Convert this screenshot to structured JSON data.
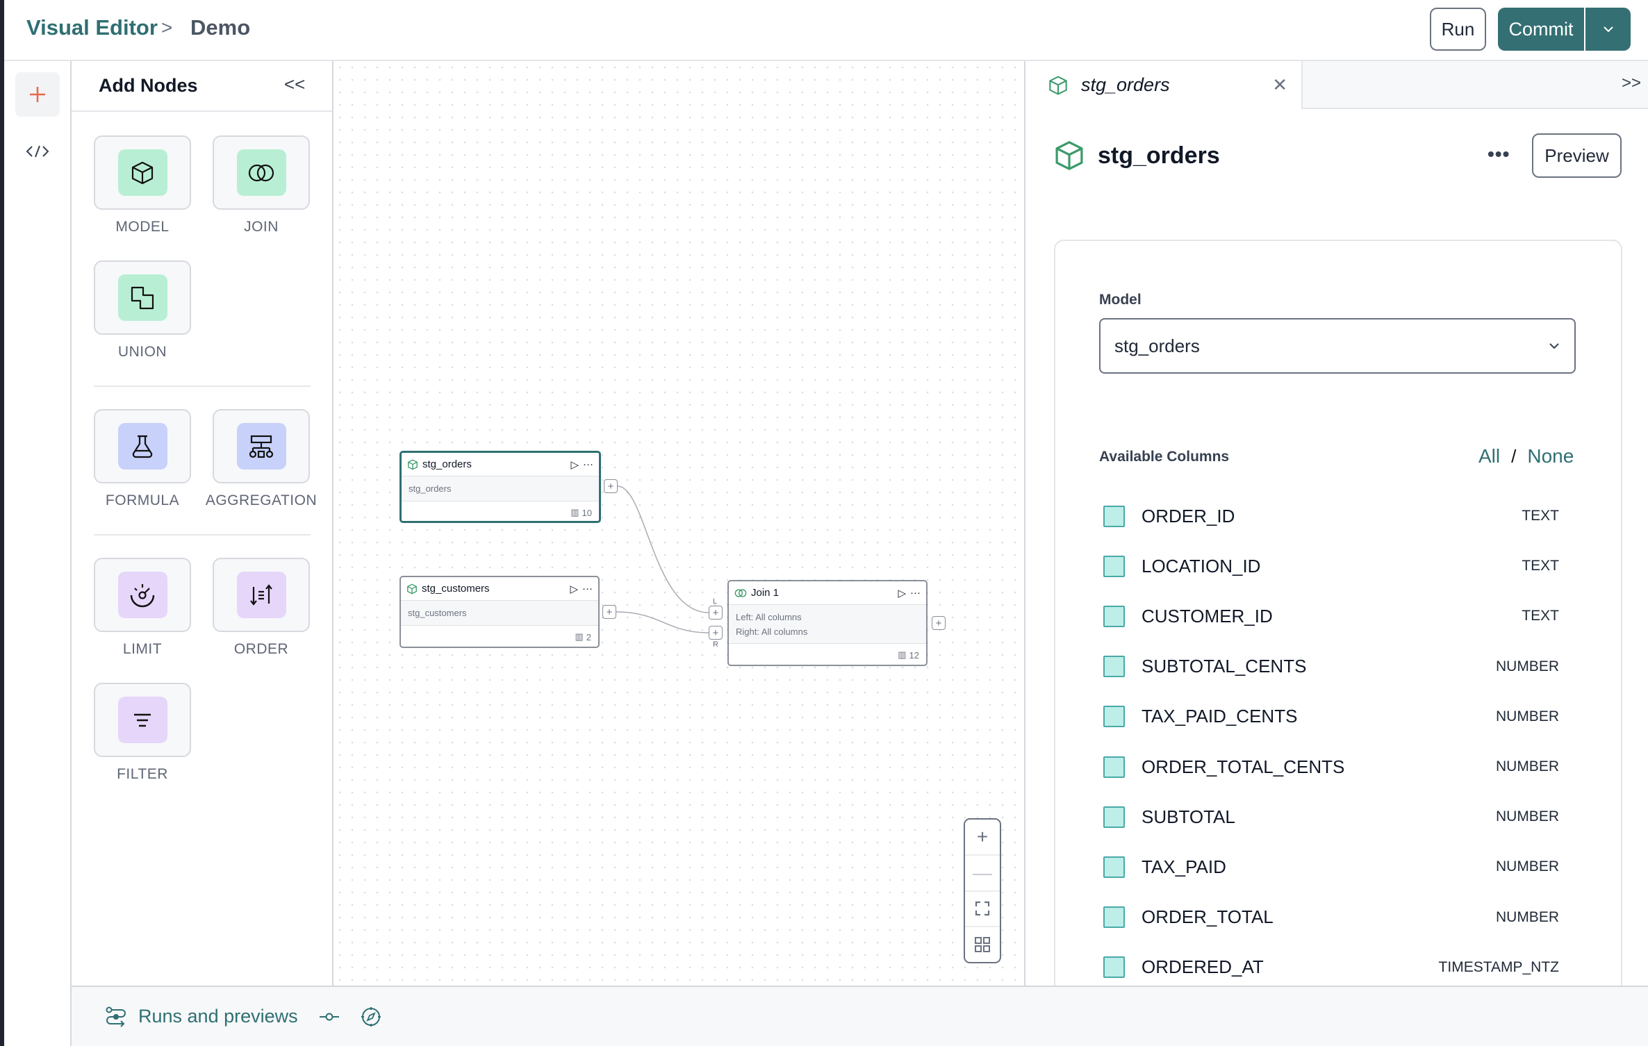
{
  "header": {
    "breadcrumb": [
      "Visual Editor",
      "Demo"
    ],
    "breadcrumb_separator": ">",
    "run_label": "Run",
    "commit_label": "Commit"
  },
  "add_nodes": {
    "title": "Add Nodes",
    "collapse_label": "<<",
    "groups": [
      [
        {
          "label": "MODEL",
          "icon": "cube-icon"
        },
        {
          "label": "JOIN",
          "icon": "join-icon"
        },
        {
          "label": "UNION",
          "icon": "union-icon"
        }
      ],
      [
        {
          "label": "FORMULA",
          "icon": "flask-icon"
        },
        {
          "label": "AGGREGATION",
          "icon": "hierarchy-icon"
        }
      ],
      [
        {
          "label": "LIMIT",
          "icon": "gauge-icon"
        },
        {
          "label": "ORDER",
          "icon": "sort-icon"
        },
        {
          "label": "FILTER",
          "icon": "filter-icon"
        }
      ]
    ]
  },
  "canvas": {
    "nodes": [
      {
        "title": "stg_orders",
        "body": [
          "stg_orders"
        ],
        "columns": "10",
        "selected": true
      },
      {
        "title": "stg_customers",
        "body": [
          "stg_customers"
        ],
        "columns": "2"
      },
      {
        "title": "Join 1",
        "body": [
          "Left: All columns",
          "Right: All columns"
        ],
        "columns": "12"
      }
    ],
    "port_labels": {
      "left": "L",
      "right": "R"
    }
  },
  "right_panel": {
    "tab_label": "stg_orders",
    "expand_label": ">>",
    "title": "stg_orders",
    "more_label": "•••",
    "preview_label": "Preview",
    "model_label": "Model",
    "model_value": "stg_orders",
    "available_columns_label": "Available Columns",
    "all_label": "All",
    "slash": "/",
    "none_label": "None",
    "columns": [
      {
        "name": "ORDER_ID",
        "type": "TEXT"
      },
      {
        "name": "LOCATION_ID",
        "type": "TEXT"
      },
      {
        "name": "CUSTOMER_ID",
        "type": "TEXT"
      },
      {
        "name": "SUBTOTAL_CENTS",
        "type": "NUMBER"
      },
      {
        "name": "TAX_PAID_CENTS",
        "type": "NUMBER"
      },
      {
        "name": "ORDER_TOTAL_CENTS",
        "type": "NUMBER"
      },
      {
        "name": "SUBTOTAL",
        "type": "NUMBER"
      },
      {
        "name": "TAX_PAID",
        "type": "NUMBER"
      },
      {
        "name": "ORDER_TOTAL",
        "type": "NUMBER"
      },
      {
        "name": "ORDERED_AT",
        "type": "TIMESTAMP_NTZ"
      }
    ]
  },
  "bottom_bar": {
    "runs_label": "Runs and previews"
  },
  "colors": {
    "brand": "#2f6f72",
    "commit_bg": "#346f73",
    "add_icon": "#e8674a",
    "node_green": "#b8efd4",
    "node_blue": "#c8d1fa",
    "node_purple": "#e6d6fa",
    "checkbox_fill": "#bdeee8"
  }
}
